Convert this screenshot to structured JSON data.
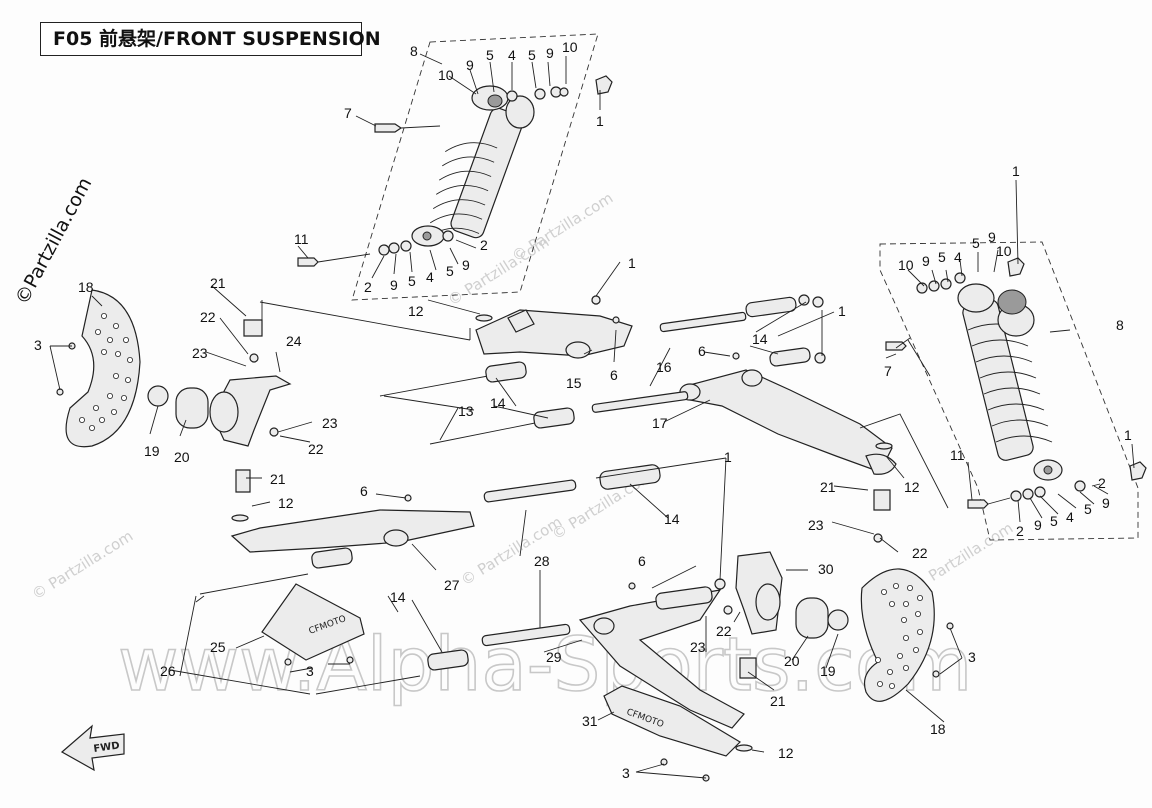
{
  "title": "F05 前悬架/FRONT SUSPENSION",
  "watermarks": {
    "main": "www.Alpha-Sports.com",
    "side": "©Partzilla.com",
    "small": "© Partzilla.com"
  },
  "stamps": {
    "fwd": "FWD",
    "brand_upper": "CFMOTO",
    "brand_lower": "CFMOTO"
  },
  "callouts": {
    "c1a": "1",
    "c1b": "1",
    "c1c": "1",
    "c1d": "1",
    "c1e": "1",
    "c1f": "1",
    "c2a": "2",
    "c2b": "2",
    "c2c": "2",
    "c2d": "2",
    "c3a": "3",
    "c3b": "3",
    "c3c": "3",
    "c3d": "3",
    "c4a": "4",
    "c4b": "4",
    "c4c": "4",
    "c4d": "4",
    "c5a": "5",
    "c5b": "5",
    "c5c": "5",
    "c5d": "5",
    "c5e": "5",
    "c5f": "5",
    "c5g": "5",
    "c5h": "5",
    "c6a": "6",
    "c6b": "6",
    "c6c": "6",
    "c6d": "6",
    "c7a": "7",
    "c7b": "7",
    "c8a": "8",
    "c8b": "8",
    "c9a": "9",
    "c9b": "9",
    "c9c": "9",
    "c9d": "9",
    "c9e": "9",
    "c9f": "9",
    "c9g": "9",
    "c9h": "9",
    "c10a": "10",
    "c10b": "10",
    "c10c": "10",
    "c10d": "10",
    "c11a": "11",
    "c11b": "11",
    "c12a": "12",
    "c12b": "12",
    "c12c": "12",
    "c12d": "12",
    "c13": "13",
    "c14a": "14",
    "c14b": "14",
    "c14c": "14",
    "c14d": "14",
    "c15": "15",
    "c16": "16",
    "c17": "17",
    "c18a": "18",
    "c18b": "18",
    "c19a": "19",
    "c19b": "19",
    "c20a": "20",
    "c20b": "20",
    "c21a": "21",
    "c21b": "21",
    "c21c": "21",
    "c21d": "21",
    "c22a": "22",
    "c22b": "22",
    "c22c": "22",
    "c22d": "22",
    "c23a": "23",
    "c23b": "23",
    "c23c": "23",
    "c23d": "23",
    "c24": "24",
    "c25": "25",
    "c26": "26",
    "c27": "27",
    "c28": "28",
    "c29": "29",
    "c30": "30",
    "c31": "31"
  }
}
